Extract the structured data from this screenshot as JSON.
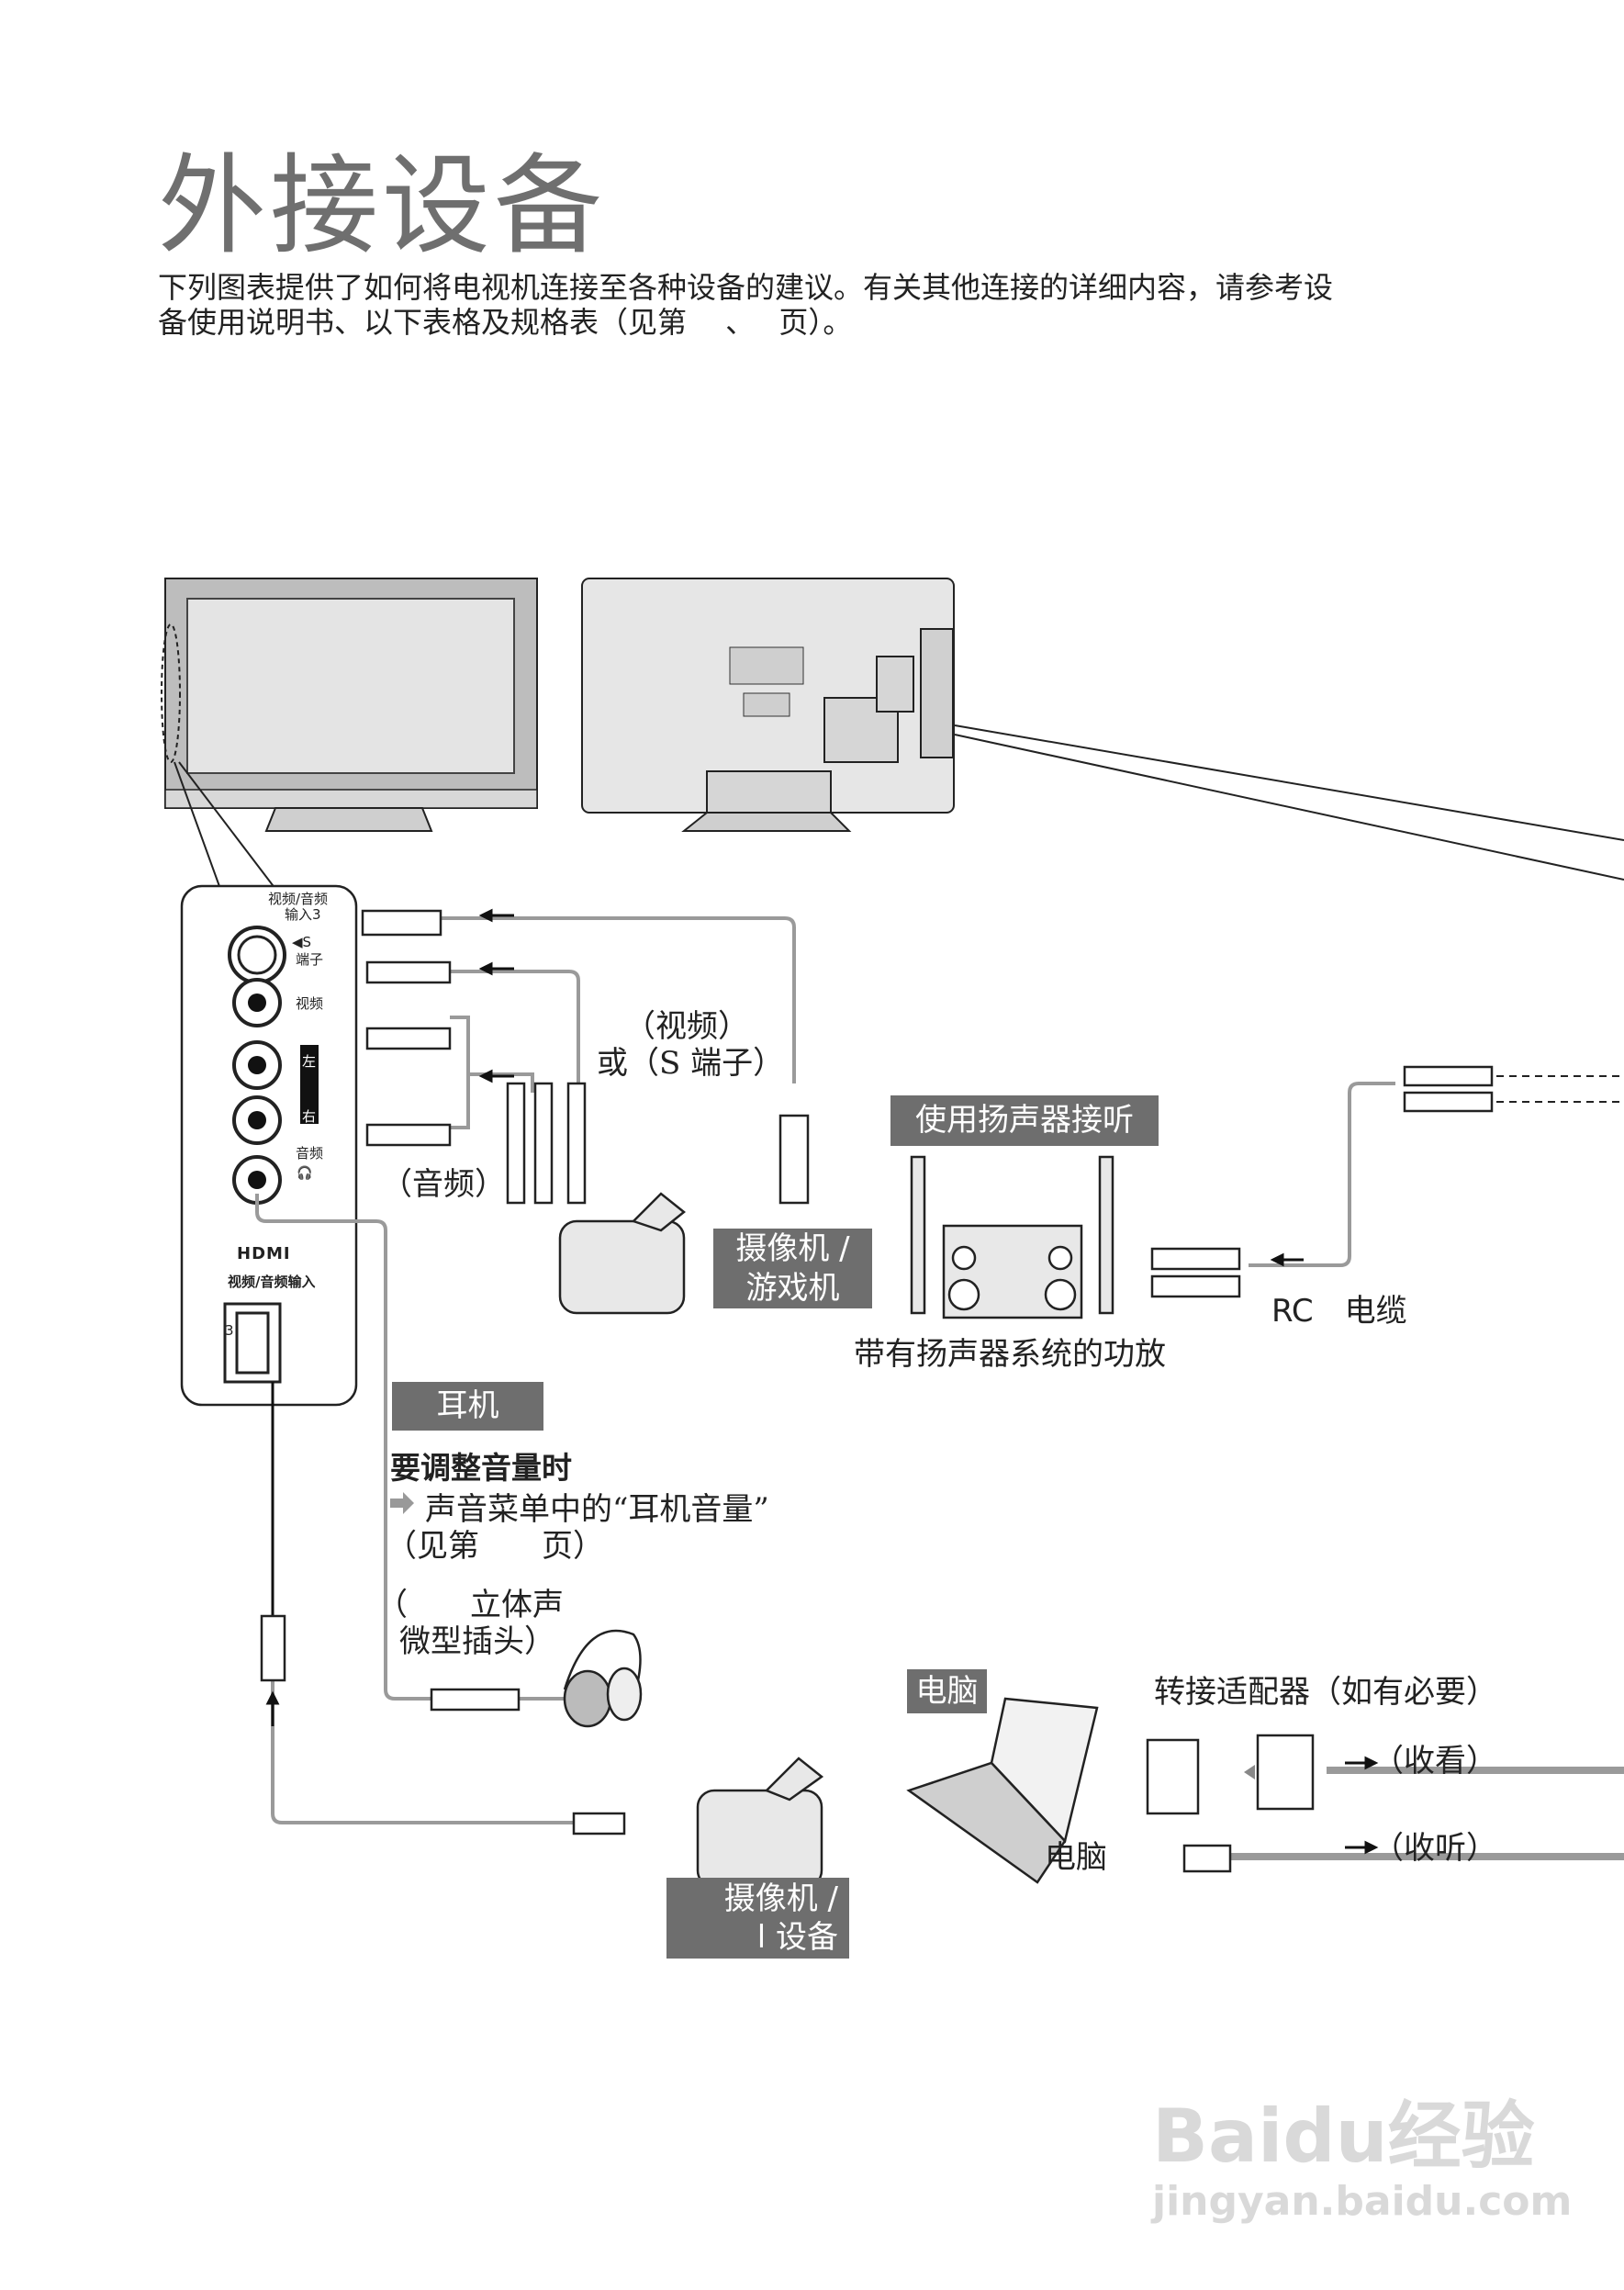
{
  "page": {
    "title": "外接设备",
    "intro_line1": "下列图表提供了如何将电视机连接至各种设备的建议。有关其他连接的详细内容，请参考设",
    "intro_line2": "备使用说明书、以下表格及规格表（见第　 、　 页）。"
  },
  "panel": {
    "av_input_line1": "视频/音频",
    "av_input_line2": "输入3",
    "s_video_line1": "◀S",
    "s_video_line2": "端子",
    "video": "视频",
    "left": "左",
    "right": "右",
    "audio": "音频",
    "hdmi_logo": "HDMI",
    "hdmi_input": "视频/音频输入",
    "hdmi_number": "3"
  },
  "labels": {
    "video_or_s_line1": "（视频）",
    "video_or_s_line2": "或（S 端子）",
    "audio": "（音频）",
    "camcorder_game_line1": "摄像机 /",
    "camcorder_game_line2": "游戏机",
    "speaker_listen": "使用扬声器接听",
    "amplifier": "带有扬声器系统的功放",
    "rca_cable": "RC　电缆",
    "headphones": "耳机",
    "volume_heading": "要调整音量时",
    "volume_menu": "声音菜单中的“耳机音量”",
    "volume_page": "（见第　　页）",
    "plug_line1": "（　　立体声",
    "plug_line2": "微型插头）",
    "pc_badge": "电脑",
    "pc_label": "电脑",
    "adapter": "转接适配器（如有必要）",
    "watch": "（收看）",
    "listen": "（收听）",
    "camcorder_hdmi_line1": "摄像机 /",
    "camcorder_hdmi_line2": "l 设备"
  },
  "watermark": {
    "brand": "Baidu经验",
    "url": "jingyan.baidu.com"
  },
  "colors": {
    "label_bg": "#6e6e6e",
    "cable": "#9a9a9a",
    "title": "#6f6f6f"
  }
}
